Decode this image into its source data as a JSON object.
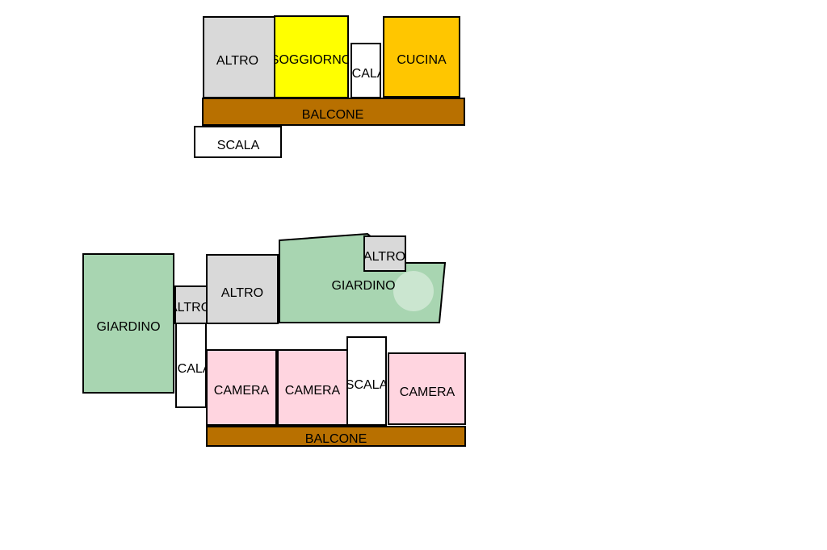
{
  "colors": {
    "altro": "#d9d9d9",
    "soggiorno": "#ffff00",
    "cucina": "#ffc600",
    "balcone": "#b87000",
    "scala": "#ffffff",
    "giardino": "#a8d5b1",
    "camera": "#ffd5e0"
  },
  "upper_floor": {
    "altro": "ALTRO",
    "soggiorno": "SOGGIORNO",
    "scala_small": "SCALA",
    "cucina": "CUCINA",
    "balcone": "BALCONE",
    "scala_outside": "SCALA"
  },
  "lower_floor": {
    "giardino_left": "GIARDINO",
    "altro_small": "ALTRO",
    "scala_left": "SCALA",
    "altro_mid": "ALTRO",
    "giardino_top": "GIARDINO",
    "altro_top": "ALTRO",
    "camera_1": "CAMERA",
    "camera_2": "CAMERA",
    "scala_mid": "SCALA",
    "camera_3": "CAMERA",
    "balcone": "BALCONE"
  }
}
